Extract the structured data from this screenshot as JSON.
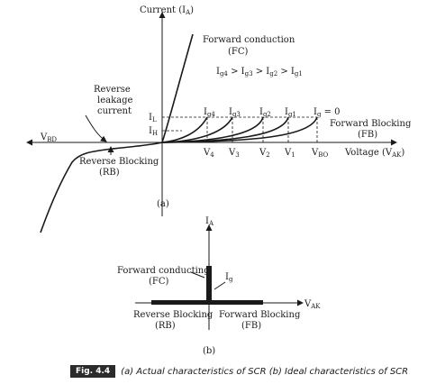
{
  "panel_a": {
    "current_axis_label": "Current (I",
    "current_axis_sub": "A",
    "voltage_axis_label": "Voltage (V",
    "voltage_axis_sub": "AK",
    "vbd": "V",
    "vbd_sub": "BD",
    "forward_conduction": "Forward conduction",
    "fc": "(FC)",
    "gate_order": [
      "I",
      "g4",
      " > ",
      "I",
      "g3",
      " > ",
      "I",
      "g2",
      " > ",
      "I",
      "g1"
    ],
    "reverse_leakage": [
      "Reverse",
      "leakage",
      "current"
    ],
    "reverse_blocking": "Reverse Blocking",
    "rb": "(RB)",
    "forward_blocking": "Forward Blocking",
    "fb": "(FB)",
    "il": "I",
    "il_sub": "L",
    "ih": "I",
    "ih_sub": "H",
    "gate_currents": [
      {
        "main": "I",
        "sub": "g4"
      },
      {
        "main": "I",
        "sub": "g3"
      },
      {
        "main": "I",
        "sub": "g2"
      },
      {
        "main": "I",
        "sub": "g1"
      },
      {
        "main": "I",
        "sub": "g",
        "suffix": " = 0"
      }
    ],
    "voltages": [
      {
        "main": "V",
        "sub": "4"
      },
      {
        "main": "V",
        "sub": "3"
      },
      {
        "main": "V",
        "sub": "2"
      },
      {
        "main": "V",
        "sub": "1"
      },
      {
        "main": "V",
        "sub": "BO"
      }
    ],
    "panel_label": "(a)"
  },
  "panel_b": {
    "ia": "I",
    "ia_sub": "A",
    "vak": "V",
    "vak_sub": "AK",
    "forward_conducting": "Forward conducting",
    "fc": "(FC)",
    "ig": "I",
    "ig_sub": "g",
    "reverse_blocking": "Reverse Blocking",
    "rb": "(RB)",
    "forward_blocking": "Forward Blocking",
    "fb": "(FB)",
    "panel_label": "(b)"
  },
  "caption": {
    "badge": "Fig. 4.4",
    "text": "(a) Actual characteristics of SCR (b) Ideal characteristics of SCR"
  }
}
